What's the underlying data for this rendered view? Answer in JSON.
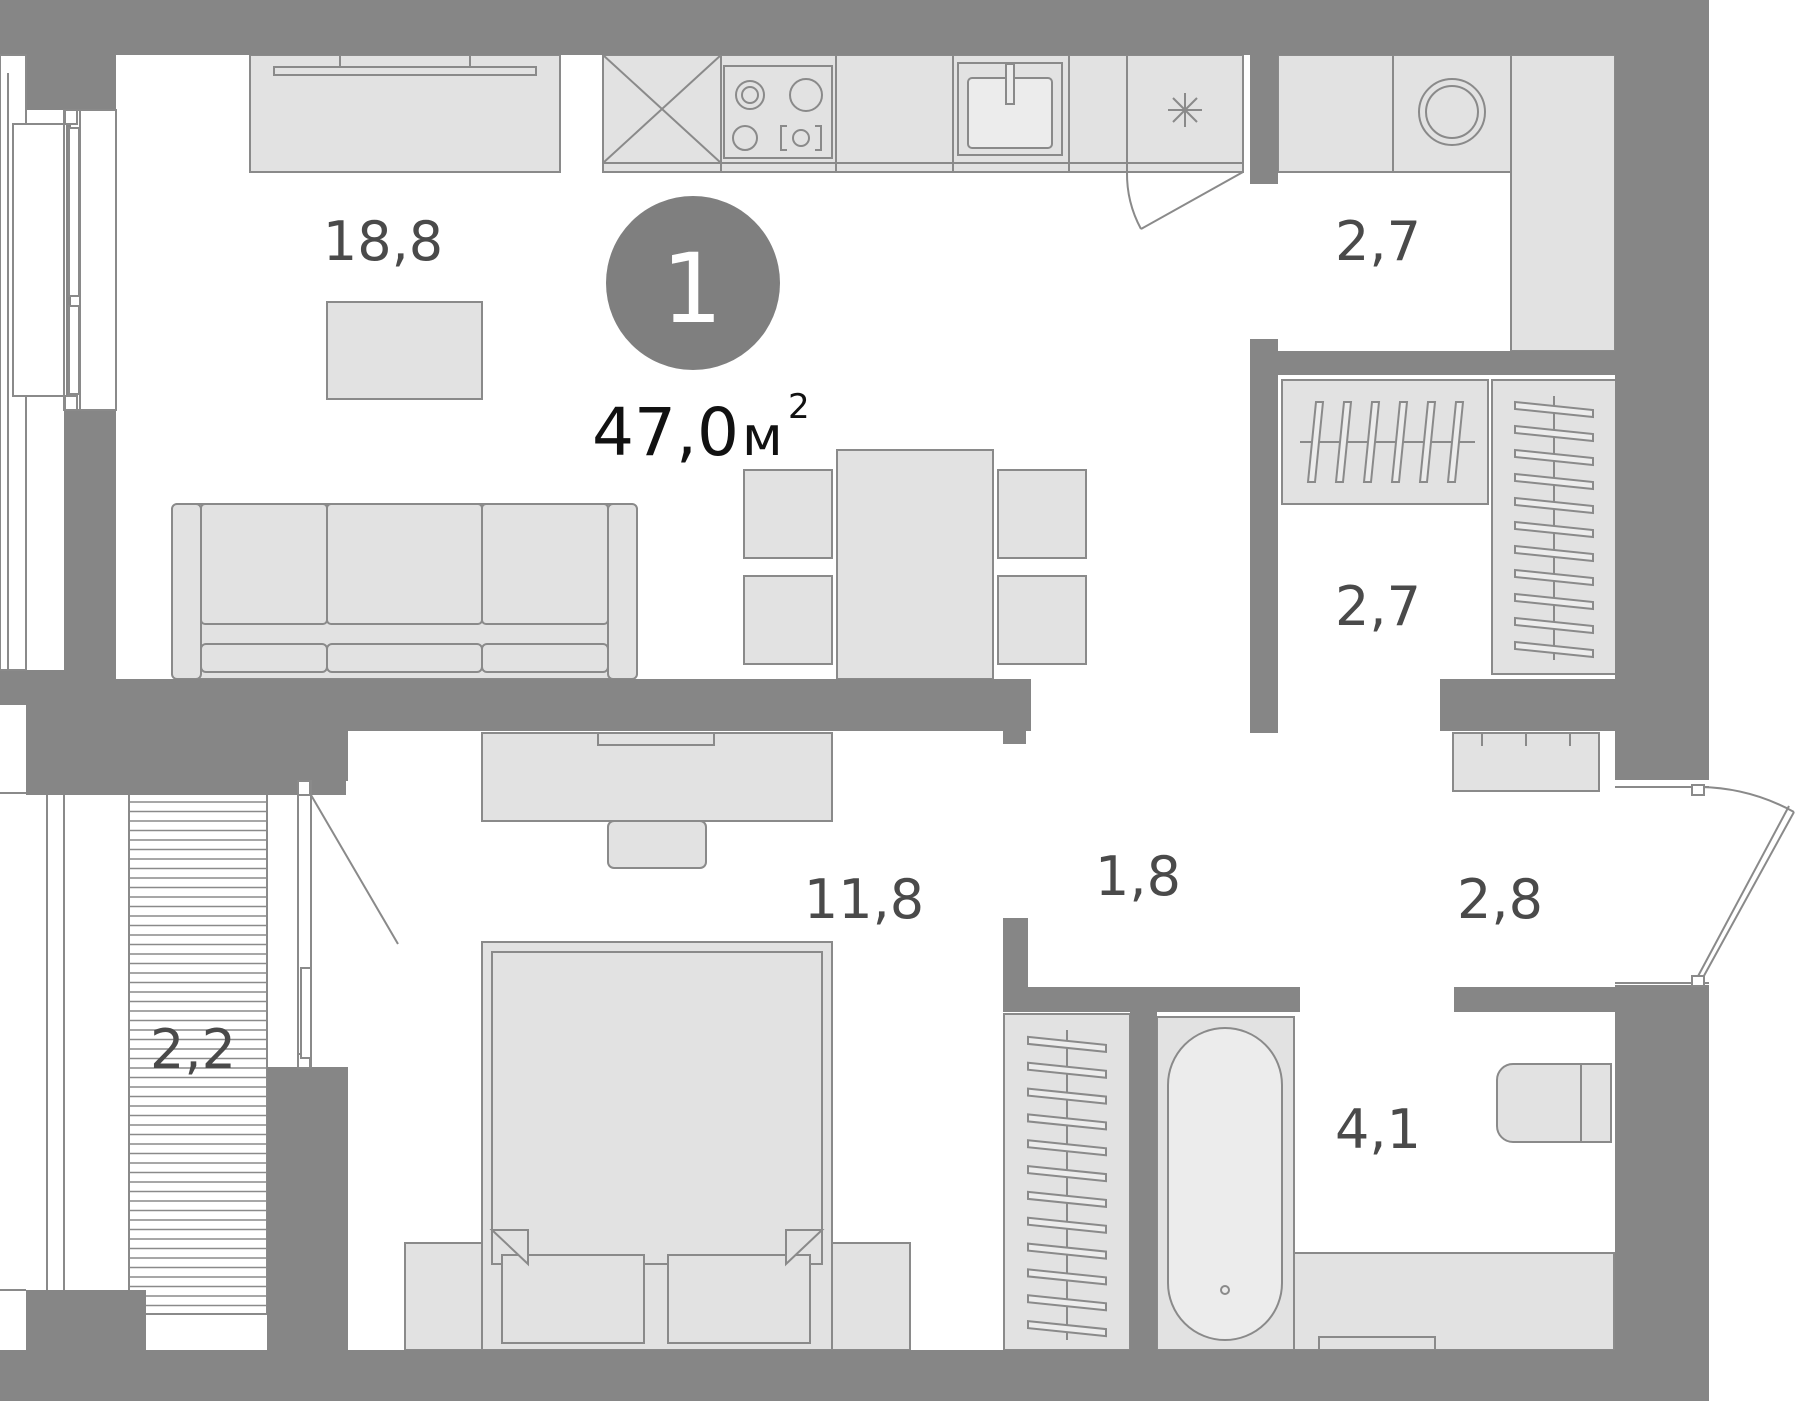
{
  "plan": {
    "room_count": "1",
    "total_area": "47,0",
    "total_unit": "м",
    "total_unit_sup": "2",
    "colors": {
      "wall": "#868686",
      "furniture_fill": "#e2e2e2",
      "furniture_stroke": "#8a8a8a",
      "badge": "#7f7f7f",
      "label": "#4a4a4a"
    },
    "rooms": [
      {
        "id": "living-kitchen",
        "area": "18,8"
      },
      {
        "id": "storage-top",
        "area": "2,7"
      },
      {
        "id": "wardrobe",
        "area": "2,7"
      },
      {
        "id": "bedroom",
        "area": "11,8"
      },
      {
        "id": "corridor",
        "area": "1,8"
      },
      {
        "id": "hall",
        "area": "2,8"
      },
      {
        "id": "balcony",
        "area": "2,2"
      },
      {
        "id": "bathroom",
        "area": "4,1"
      }
    ]
  }
}
